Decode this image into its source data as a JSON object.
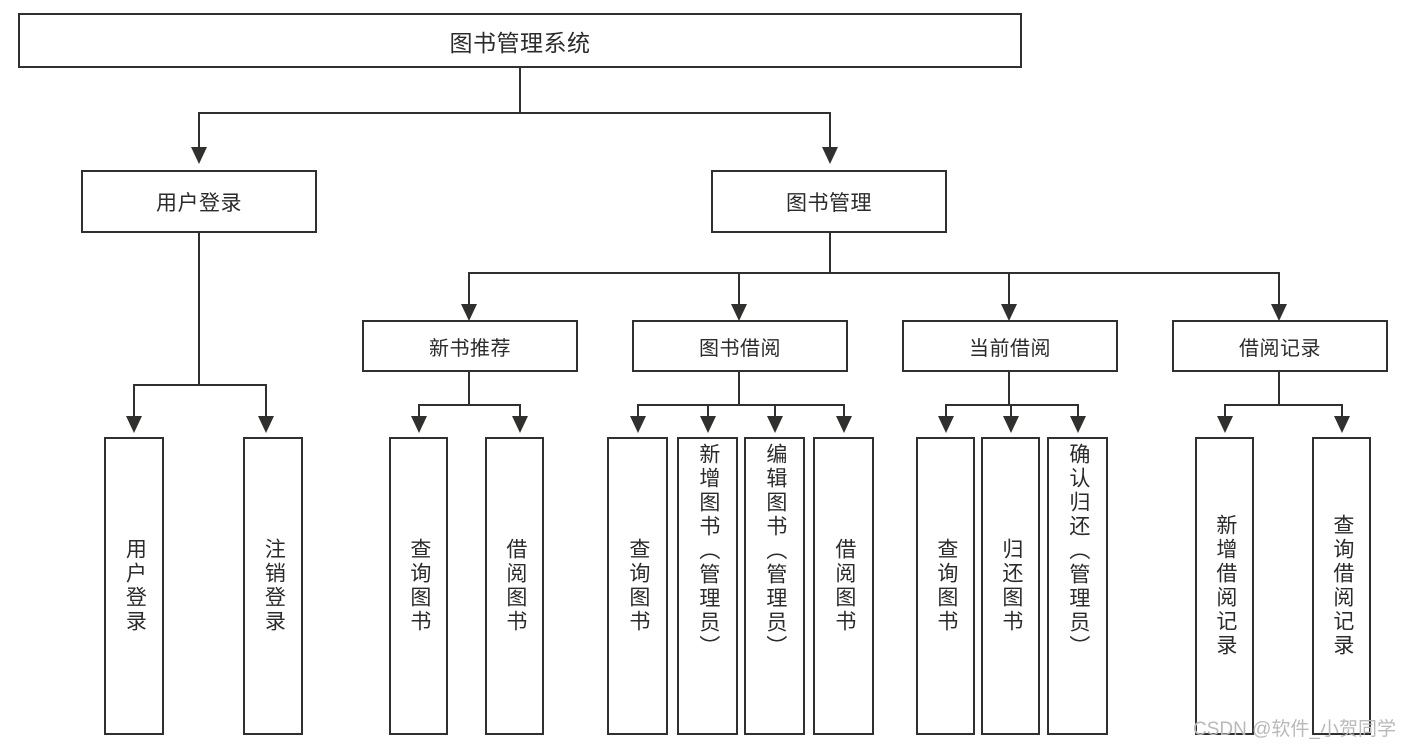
{
  "diagram": {
    "title": "图书管理系统",
    "type": "功能结构图",
    "root": {
      "label": "图书管理系统"
    },
    "level2": [
      {
        "label": "用户登录"
      },
      {
        "label": "图书管理"
      }
    ],
    "level3": [
      {
        "label": "新书推荐"
      },
      {
        "label": "图书借阅"
      },
      {
        "label": "当前借阅"
      },
      {
        "label": "借阅记录"
      }
    ],
    "leaves": {
      "user_login": [
        {
          "label": "用户登录"
        },
        {
          "label": "注销登录"
        }
      ],
      "new_book_recommend": [
        {
          "label": "查询图书"
        },
        {
          "label": "借阅图书"
        }
      ],
      "book_borrow": [
        {
          "label": "查询图书"
        },
        {
          "label": "新增图书（管理员）"
        },
        {
          "label": "编辑图书（管理员）"
        },
        {
          "label": "借阅图书"
        }
      ],
      "current_borrow": [
        {
          "label": "查询图书"
        },
        {
          "label": "归还图书"
        },
        {
          "label": "确认归还（管理员）"
        }
      ],
      "borrow_record": [
        {
          "label": "新增借阅记录"
        },
        {
          "label": "查询借阅记录"
        }
      ]
    }
  },
  "watermark": {
    "text": "CSDN @软件_小贺同学"
  },
  "colors": {
    "stroke": "#30302f",
    "text": "#2b2b2b",
    "background": "#ffffff",
    "watermark": "#b9b9b9"
  }
}
